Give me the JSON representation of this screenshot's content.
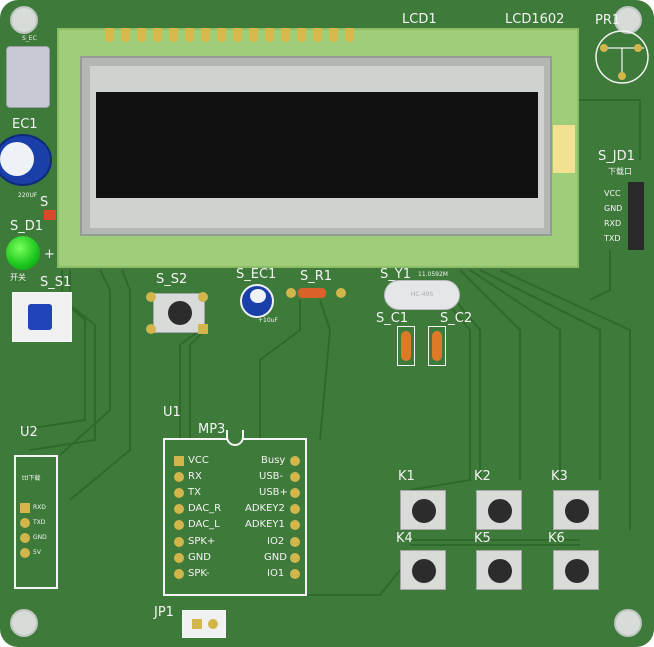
{
  "board": {
    "lcd": {
      "ref": "LCD1",
      "part": "LCD1602"
    },
    "pr1": {
      "ref": "PR1"
    },
    "s_ec": {
      "ref": "S_EC"
    },
    "ec1": {
      "ref": "EC1",
      "value": "220UF"
    },
    "s_short": {
      "ref": "S"
    },
    "s_d1": {
      "ref": "S_D1",
      "mark": "+"
    },
    "s_s1": {
      "ref": "S_S1",
      "label": "开关"
    },
    "s_s2": {
      "ref": "S_S2"
    },
    "s_ec1": {
      "ref": "S_EC1",
      "value": "+10uF"
    },
    "s_r1": {
      "ref": "S_R1"
    },
    "s_y1": {
      "ref": "S_Y1",
      "value": "11.0592M",
      "crystal": "HC-49S"
    },
    "s_c1": {
      "ref": "S_C1"
    },
    "s_c2": {
      "ref": "S_C2"
    },
    "s_jd1": {
      "ref": "S_JD1",
      "title": "下载口",
      "pins": [
        "VCC",
        "GND",
        "RXD",
        "TXD"
      ]
    },
    "u1": {
      "ref": "U1"
    },
    "u2": {
      "ref": "U2",
      "title": "ttl下载",
      "pins": [
        "RXD",
        "TXD",
        "GND",
        "5V"
      ]
    },
    "mp3": {
      "ref": "MP3",
      "left_pins": [
        "VCC",
        "RX",
        "TX",
        "DAC_R",
        "DAC_L",
        "SPK+",
        "GND",
        "SPK-"
      ],
      "right_pins": [
        "Busy",
        "USB-",
        "USB+",
        "ADKEY2",
        "ADKEY1",
        "IO2",
        "GND",
        "IO1"
      ]
    },
    "keys": [
      "K1",
      "K2",
      "K3",
      "K4",
      "K5",
      "K6"
    ],
    "jp1": {
      "ref": "JP1"
    }
  }
}
